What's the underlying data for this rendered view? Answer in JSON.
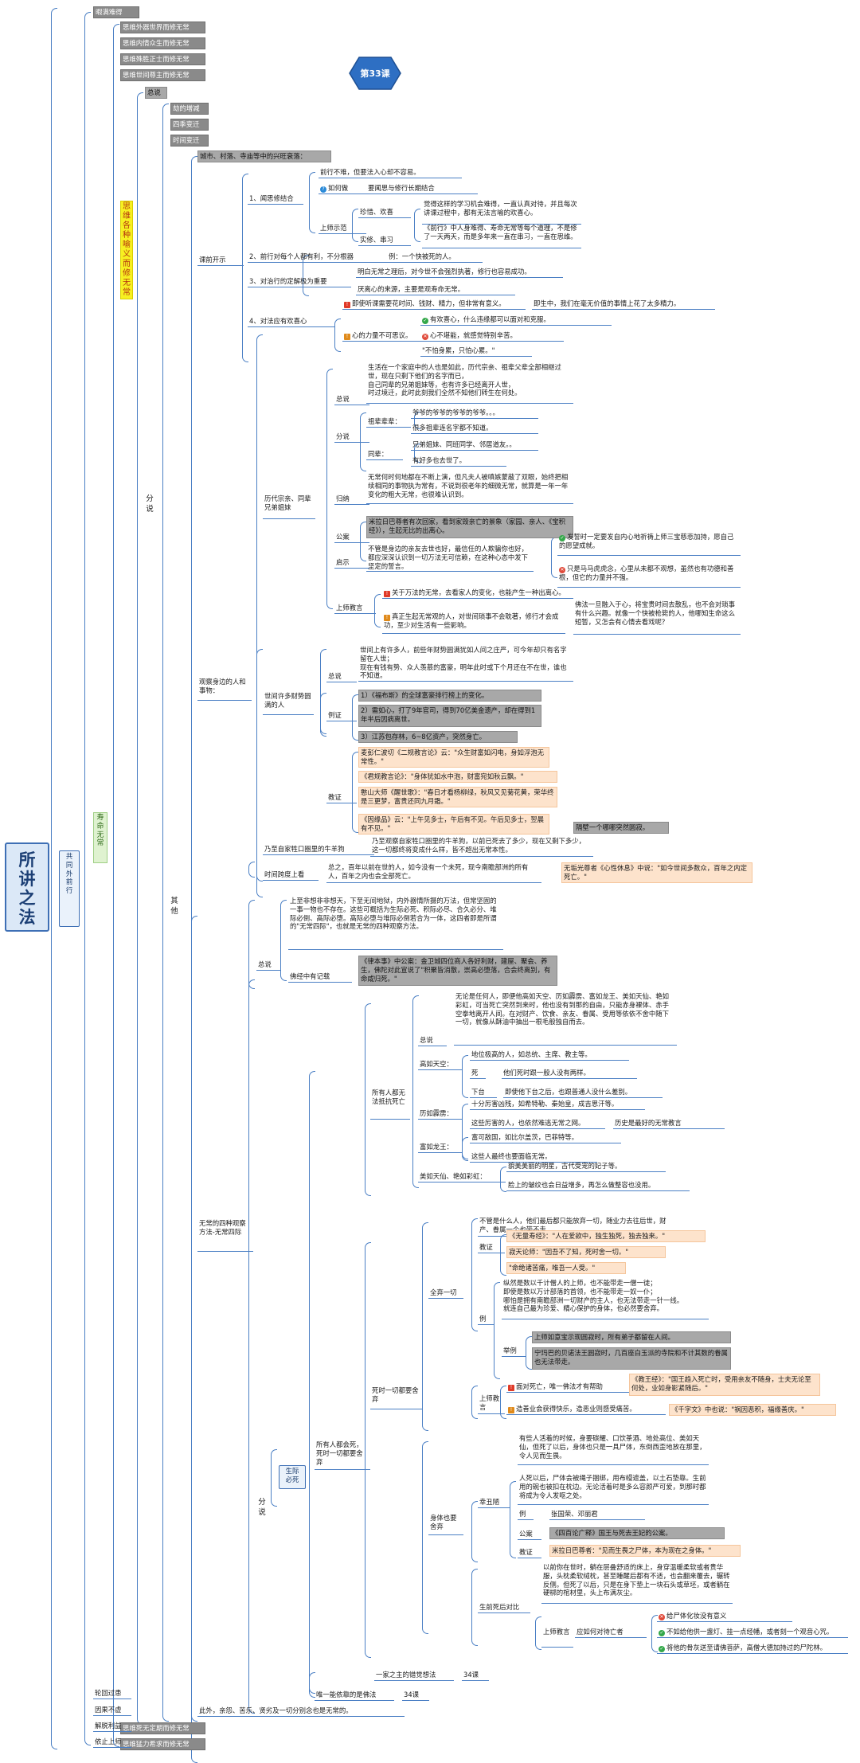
{
  "badge": "第33课",
  "root": "所\n讲\n之\n法",
  "nodes": [
    {
      "id": "n1",
      "t": "暇满难得",
      "c": "grey"
    },
    {
      "id": "n2",
      "t": "思维外器世界而修无常",
      "c": "grey"
    },
    {
      "id": "n3",
      "t": "思维内情众生而修无常",
      "c": "grey"
    },
    {
      "id": "n4",
      "t": "思维殊胜正士而修无常",
      "c": "grey"
    },
    {
      "id": "n5",
      "t": "思维世间尊主而修无常",
      "c": "grey"
    },
    {
      "id": "n6",
      "t": "思维各种喻义而修无常",
      "c": "yellow"
    },
    {
      "id": "n7",
      "t": "总说",
      "c": "grey2"
    },
    {
      "id": "n8",
      "t": "劫的增减",
      "c": "grey"
    },
    {
      "id": "n9",
      "t": "四季变迁",
      "c": "grey"
    },
    {
      "id": "n10",
      "t": "时间变迁",
      "c": "grey"
    },
    {
      "id": "n11",
      "t": "城市、村落、寺庙等中的兴旺衰落：",
      "c": "grey2"
    },
    {
      "id": "n12",
      "t": "分\n说",
      "c": "vert"
    },
    {
      "id": "n13",
      "t": "其\n他",
      "c": "vert"
    },
    {
      "id": "n14",
      "t": "课前开示",
      "c": "plain"
    },
    {
      "id": "n15",
      "t": "1、闻思修结合",
      "c": "plain"
    },
    {
      "id": "n16",
      "t": "前行不难，但要法入心却不容易。",
      "c": "plain"
    },
    {
      "id": "n17",
      "t": "如何做",
      "c": "plain",
      "m": "q"
    },
    {
      "id": "n18",
      "t": "要闻思与修行长期结合",
      "c": "plain"
    },
    {
      "id": "n19",
      "t": "上师示范",
      "c": "plain"
    },
    {
      "id": "n20",
      "t": "珍惜、欢喜",
      "c": "plain"
    },
    {
      "id": "n21",
      "t": "觉得这样的学习机会难得，一直认真对待，并且每次讲课过程中，都有无法言喻的欢喜心。",
      "c": "plain"
    },
    {
      "id": "n22",
      "t": "实修、串习",
      "c": "plain"
    },
    {
      "id": "n23",
      "t": "《前行》中人身难得、寿命无常等每个道理，不是修了一天两天，而是多年来一直在串习，一直在思维。",
      "c": "plain"
    },
    {
      "id": "n24",
      "t": "2、前行对每个人都有利，不分根器",
      "c": "plain"
    },
    {
      "id": "n25",
      "t": "例：一个快被死的人。",
      "c": "plain"
    },
    {
      "id": "n26",
      "t": "3、对治行的定解极为重要",
      "c": "plain"
    },
    {
      "id": "n27",
      "t": "明白无常之理后，对今世不会强烈执著，修行也容易成功。",
      "c": "plain"
    },
    {
      "id": "n28",
      "t": "厌离心的来源，主要是观寿命无常。",
      "c": "plain"
    },
    {
      "id": "n29",
      "t": "4、对法应有欢喜心",
      "c": "plain"
    },
    {
      "id": "n30",
      "t": "即使听课需要花时间、钱财、精力，但非常有意义。",
      "c": "plain",
      "m": "x"
    },
    {
      "id": "n31",
      "t": "即生中，我们在毫无价值的事情上花了太多精力。",
      "c": "plain"
    },
    {
      "id": "n32",
      "t": "心的力量不可思议。",
      "c": "plain",
      "m": "i"
    },
    {
      "id": "n33",
      "t": "有欢喜心，什么违缘都可以面对和克服。",
      "c": "plain",
      "m": "ok"
    },
    {
      "id": "n34",
      "t": "心不堪能，就感觉特别辛苦。",
      "c": "plain",
      "m": "no"
    },
    {
      "id": "n35",
      "t": "\"不怕身累，只怕心累。\"",
      "c": "plain"
    },
    {
      "id": "n36",
      "t": "观察身边的人和事物：",
      "c": "plain"
    },
    {
      "id": "n37",
      "t": "历代宗亲、同辈兄弟姐妹",
      "c": "plain"
    },
    {
      "id": "n38",
      "t": "总说",
      "c": "plain"
    },
    {
      "id": "n39",
      "t": "生活在一个家庭中的人也是如此，历代宗亲、祖辈父辈全部相继过世，现在只剩下他们的名字而已，\n自己同辈的兄弟姐妹等，也有许多已经离开人世，\n时过境迁，此时此刻我们全然不知他们转生在何处。",
      "c": "plain"
    },
    {
      "id": "n40",
      "t": "分说",
      "c": "plain"
    },
    {
      "id": "n41",
      "t": "祖辈辈辈：",
      "c": "plain"
    },
    {
      "id": "n42",
      "t": "爷爷的爷爷的爷爷的爷爷。。。",
      "c": "plain"
    },
    {
      "id": "n43",
      "t": "很多祖辈连名字都不知道。",
      "c": "plain"
    },
    {
      "id": "n44",
      "t": "同辈：",
      "c": "plain"
    },
    {
      "id": "n45",
      "t": "兄弟姐妹、同班同学、邻居道友。。",
      "c": "plain"
    },
    {
      "id": "n46",
      "t": "有好多也去世了。",
      "c": "plain"
    },
    {
      "id": "n47",
      "t": "归纳",
      "c": "plain"
    },
    {
      "id": "n48",
      "t": "无常何时何地都在不断上演，但凡夫人被嗔嫉蒙蔽了双眼，始终把相续相同的事物执为常有，不说到很老年的细微无常，就算是一年一年变化的粗大无常，也很难认识到。",
      "c": "plain"
    },
    {
      "id": "n49",
      "t": "公案",
      "c": "plain"
    },
    {
      "id": "n50",
      "t": "米拉日巴尊者有次回家，看到家毁亲亡的景象（家园、亲人、《宝积经》），生起无比的出离心。",
      "c": "grey2"
    },
    {
      "id": "n51",
      "t": "启示",
      "c": "plain"
    },
    {
      "id": "n52",
      "t": "不管是身边的亲友去世也好，最信任的人欺骗你也好，都应深深认识到一切万法无可信赖，在这种心态中发下坚定的誓言。",
      "c": "plain"
    },
    {
      "id": "n53",
      "t": "发誓时一定要发自内心地祈祷上师三宝慈悲加持，愿自己的愿望成就。",
      "c": "plain",
      "m": "ok"
    },
    {
      "id": "n54",
      "t": "只是马马虎虎念，心里从未都不观想，虽然也有功德和善根，但它的力量并不强。",
      "c": "plain",
      "m": "no"
    },
    {
      "id": "n55",
      "t": "上师教言",
      "c": "plain"
    },
    {
      "id": "n56",
      "t": "关于万法的无常，去看家人的变化，也能产生一种出离心。",
      "c": "plain",
      "m": "x"
    },
    {
      "id": "n57",
      "t": "真正生起无常观的人，对世间琐事不会耽著，修行才会成功，至少对生活有一些影响。",
      "c": "plain",
      "m": "i"
    },
    {
      "id": "n58",
      "t": "佛法一旦融入于心，将宝贵时间去散乱，也不会对琐事有什么兴趣。就像一个快被枪毙的人，他哪知生命这么短暂，又怎会有心情去看戏呢？",
      "c": "plain"
    },
    {
      "id": "n59",
      "t": "世间许多财势圆满的人",
      "c": "plain"
    },
    {
      "id": "n60",
      "t": "总说",
      "c": "plain"
    },
    {
      "id": "n61",
      "t": "世间上有许多人，前些年财势圆满犹如人间之庄严，可今年却只有名字留在人世；\n现在有钱有势、众人羡慕的富豪，明年此时或下个月还在不在世，谁也不知道。",
      "c": "plain"
    },
    {
      "id": "n62",
      "t": "例证",
      "c": "plain"
    },
    {
      "id": "n63",
      "t": "1）《福布斯》的全球富豪排行榜上的变化。",
      "c": "grey2"
    },
    {
      "id": "n64",
      "t": "2）需如心，打了9年官司，得到70亿美金遗产，却在得到1年半后因病离世。",
      "c": "grey2"
    },
    {
      "id": "n65",
      "t": "3）江苏包存林，6~8亿资产，突然身亡。",
      "c": "grey2"
    },
    {
      "id": "n66",
      "t": "教证",
      "c": "plain"
    },
    {
      "id": "n67",
      "t": "麦彭仁波切《二规教言论》云：\"众生财富如闪电，身如浮泡无常性。\"",
      "c": "orange"
    },
    {
      "id": "n68",
      "t": "《君规教言论》：\"身体犹如水中泡，财富宛如秋云飘。\"",
      "c": "orange"
    },
    {
      "id": "n69",
      "t": "憨山大师《醒世歌》：\"春日才看杨柳绿，秋风又见菊花黄，荣华终是三更梦，富贵还同九月霜。\"",
      "c": "orange"
    },
    {
      "id": "n70",
      "t": "《因缘品》云：\"上午见多士，午后有不见。午后见多士，翌晨有不见。\"",
      "c": "orange"
    },
    {
      "id": "n71",
      "t": "隔壁一个哪哪突然圆寂。",
      "c": "grey2"
    },
    {
      "id": "n72",
      "t": "乃至自家牲口圈里的牛羊狗",
      "c": "plain"
    },
    {
      "id": "n73",
      "t": "乃至观察自家牲口圈里的牛羊狗，以前已死去了多少，现在又剩下多少，这一切都终将变成什么样，皆不超出无常本性。",
      "c": "plain"
    },
    {
      "id": "n74",
      "t": "时间跨度上看",
      "c": "plain"
    },
    {
      "id": "n75",
      "t": "总之，百年以前在世的人，如今没有一个未死，现今南瞻部洲的所有人，百年之内也会全部死亡。",
      "c": "plain"
    },
    {
      "id": "n76",
      "t": "无垢光尊者《心性休息》中说：\"如今世间多数众，百年之内定死亡。\"",
      "c": "orange"
    },
    {
      "id": "n77",
      "t": "无常的四种观察方法-无常四际",
      "c": "plain"
    },
    {
      "id": "n78",
      "t": "总说",
      "c": "plain"
    },
    {
      "id": "n79",
      "t": "上至非想非非想天，下至无间地狱，内外器情所摄的万法，但常坚固的一事一物也不存在。这些可概括为生际必死、积际必尽、合久必分、堆际必倒、高际必堕。高际必堕与堆际必倒若合为一体，这四者即是所谓的\"无常四际\"，也就是无常的四种观察方法。",
      "c": "plain"
    },
    {
      "id": "n80",
      "t": "佛经中有记载",
      "c": "plain"
    },
    {
      "id": "n81",
      "t": "《律本事》中公案：金卫城四位商人各好利财，建屋、聚会、养生，佛陀对此宣说了\"积聚皆消散，崇高必堕落，合会终离别，有命咸归死。\"",
      "c": "grey2"
    },
    {
      "id": "n82",
      "t": "分\n说",
      "c": "vert"
    },
    {
      "id": "n83",
      "t": "生际\n必死",
      "c": "boxed"
    },
    {
      "id": "n84",
      "t": "所有人都会死，死时一切都要舍弃",
      "c": "plain"
    },
    {
      "id": "n85",
      "t": "所有人都无法抵抗死亡",
      "c": "plain"
    },
    {
      "id": "n86",
      "t": "总说",
      "c": "plain"
    },
    {
      "id": "n87",
      "t": "无论是任何人，即便他高如天空、历如霹雳、富如龙王、美如天仙、艳如彩虹，可当死亡突然到来时，他也没有到那的自由，只能赤身裸体、赤手空拳地离开人间。在对财产、饮食、亲友、眷属、受用等依依不舍中随下一切，就像从酥油中抽出一根毛般独自而去。",
      "c": "plain"
    },
    {
      "id": "n88",
      "t": "高如天空：",
      "c": "plain"
    },
    {
      "id": "n89",
      "t": "地位极高的人，如总统、主席、教主等。",
      "c": "plain"
    },
    {
      "id": "n90",
      "t": "死",
      "c": "plain"
    },
    {
      "id": "n91",
      "t": "他们死时跟一般人没有两样。",
      "c": "plain"
    },
    {
      "id": "n92",
      "t": "下台",
      "c": "plain"
    },
    {
      "id": "n93",
      "t": "即使他下台之后，也跟普通人没什么差别。",
      "c": "plain"
    },
    {
      "id": "n94",
      "t": "历如霹雳：",
      "c": "plain"
    },
    {
      "id": "n95",
      "t": "十分厉害凶残，如希特勒、秦始皇，成吉思汗等。",
      "c": "plain"
    },
    {
      "id": "n96",
      "t": "这些厉害的人，也依然难逃无常之网。",
      "c": "plain"
    },
    {
      "id": "n97",
      "t": "历史是最好的无常教言",
      "c": "plain"
    },
    {
      "id": "n98",
      "t": "富如龙王：",
      "c": "plain"
    },
    {
      "id": "n99",
      "t": "富可敌国，如比尔盖茨，巴菲特等。",
      "c": "plain"
    },
    {
      "id": "n100",
      "t": "这些人最终也要面临无常。",
      "c": "plain"
    },
    {
      "id": "n101",
      "t": "美如天仙、艳如彩虹：",
      "c": "plain"
    },
    {
      "id": "n102",
      "t": "貌美美丽的明星，古代受宠的妃子等。",
      "c": "plain"
    },
    {
      "id": "n103",
      "t": "脸上的皱纹也会日益增多，再怎么做整容也没用。",
      "c": "plain"
    },
    {
      "id": "n104",
      "t": "死时一切都要舍弃",
      "c": "plain"
    },
    {
      "id": "n105",
      "t": "全弃一切",
      "c": "plain"
    },
    {
      "id": "n106",
      "t": "不管是什么人，他们最后都只能放弃一切，随业力去往后世，财产、眷属一个也带不走。",
      "c": "plain"
    },
    {
      "id": "n107",
      "t": "教证",
      "c": "plain"
    },
    {
      "id": "n108",
      "t": "《无量寿经》：\"人在爱欲中，独生独死，独去独来。\"",
      "c": "orange"
    },
    {
      "id": "n109",
      "t": "寂天论师：\"因吾不了知，死时舍一切。\"",
      "c": "orange"
    },
    {
      "id": "n110",
      "t": "\"命绝诸苦痛，唯吾一人受。\"",
      "c": "orange"
    },
    {
      "id": "n111",
      "t": "例",
      "c": "plain"
    },
    {
      "id": "n112",
      "t": "纵然是数以千计僧人的上师，也不能带走一僧一徒；\n即使是数以万计部落的首领，也不能带走一奴一仆；\n哪怕是拥有南瞻部洲一切财产的主人，也无法带走一针一线。\n就连自己最为珍爱、精心保护的身体，也必然要舍弃。",
      "c": "plain"
    },
    {
      "id": "n113",
      "t": "举例",
      "c": "plain"
    },
    {
      "id": "n114",
      "t": "上师如意宝示现圆寂时，所有弟子都留在人间。",
      "c": "grey2"
    },
    {
      "id": "n115",
      "t": "宁玛巴的贝诺法王圆寂时，几百座白玉派的寺院和不计其数的眷属也无法带走。",
      "c": "grey2"
    },
    {
      "id": "n116",
      "t": "上师教言",
      "c": "plain"
    },
    {
      "id": "n117",
      "t": "面对死亡，唯一佛法才有帮助",
      "c": "plain",
      "m": "x"
    },
    {
      "id": "n118",
      "t": "《教王经》：\"国王趋入死亡时，受用亲友不随身，士夫无论至何处，业如身影紧随后。\"",
      "c": "orange"
    },
    {
      "id": "n119",
      "t": "造善业会获得快乐，造恶业则感受痛苦。",
      "c": "plain",
      "m": "i"
    },
    {
      "id": "n120",
      "t": "《千字文》中也说：\"祸因恶积，福缘善庆。\"",
      "c": "orange"
    },
    {
      "id": "n121",
      "t": "身体也要舍弃",
      "c": "plain"
    },
    {
      "id": "n122",
      "t": "有些人活着的时候，身要碳耀、口饮茶酒、地处高位、美如天仙，但死了以后，身体也只是一具尸体，东倒西歪地放在那里，令人见而生畏。",
      "c": "plain"
    },
    {
      "id": "n123",
      "t": "幸丑陋",
      "c": "plain"
    },
    {
      "id": "n124",
      "t": "人死以后，尸体会被绳子捆绑，用布幔遮盖，以土石垫靠。生前用的碗也被扣在枕边。无论活着时是多么容颜严可爱，到那时都将成为令人发呕之处。",
      "c": "plain"
    },
    {
      "id": "n125",
      "t": "例",
      "c": "plain"
    },
    {
      "id": "n126",
      "t": "张国荣、邓丽君",
      "c": "plain"
    },
    {
      "id": "n127",
      "t": "公案",
      "c": "plain"
    },
    {
      "id": "n128",
      "t": "《四百论广释》国王与死去王妃的公案。",
      "c": "grey2"
    },
    {
      "id": "n129",
      "t": "教证",
      "c": "plain"
    },
    {
      "id": "n130",
      "t": "米拉日巴尊者：\"见而生畏之尸体，本为现在之身体。\"",
      "c": "orange"
    },
    {
      "id": "n131",
      "t": "生前死后对比",
      "c": "plain"
    },
    {
      "id": "n132",
      "t": "以前你在世时，躺在层叠舒适的床上，身穿温暖柔软或者贵华服，头枕柔软绒枕，甚至睡醒后都有不适，也会翻来覆去，辗转反侧。但死了以后，只是在身下垫上一块石头或草坯，或者躺在硬梆的棺材里，头上布满灰尘。",
      "c": "plain"
    },
    {
      "id": "n133",
      "t": "上师教言",
      "c": "plain"
    },
    {
      "id": "n134",
      "t": "应如何对待亡者",
      "c": "plain"
    },
    {
      "id": "n135",
      "t": "给尸体化妆没有意义",
      "c": "plain",
      "m": "no"
    },
    {
      "id": "n136",
      "t": "不如给他供一盏灯、挂一点经幡，或者刻一个观音心咒。",
      "c": "plain",
      "m": "ok"
    },
    {
      "id": "n137",
      "t": "将他的骨灰送至请佛菩萨，高僧大德加持过的尸陀林。",
      "c": "plain",
      "m": "ok"
    },
    {
      "id": "n138",
      "t": "一家之主的错觉想法",
      "c": "plain"
    },
    {
      "id": "n139",
      "t": "34课",
      "c": "plain"
    },
    {
      "id": "n140",
      "t": "唯一能依靠的是佛法",
      "c": "plain"
    },
    {
      "id": "n141",
      "t": "34课",
      "c": "plain"
    },
    {
      "id": "n142",
      "t": "此外，亲怨、苦乐、贤劣及一切分别念也是无常的。",
      "c": "plain"
    },
    {
      "id": "n143",
      "t": "寿命无常",
      "c": "green"
    },
    {
      "id": "n144",
      "t": "共\n同\n外\n前\n行",
      "c": "boxed"
    },
    {
      "id": "n145",
      "t": "思维死无定期而修无常",
      "c": "grey"
    },
    {
      "id": "n146",
      "t": "思维猛力希求而修无常",
      "c": "grey"
    },
    {
      "id": "n147",
      "t": "轮回过患",
      "c": "plain"
    },
    {
      "id": "n148",
      "t": "因果不虚",
      "c": "plain"
    },
    {
      "id": "n149",
      "t": "解脱利益",
      "c": "plain"
    },
    {
      "id": "n150",
      "t": "依止上师",
      "c": "plain"
    }
  ]
}
